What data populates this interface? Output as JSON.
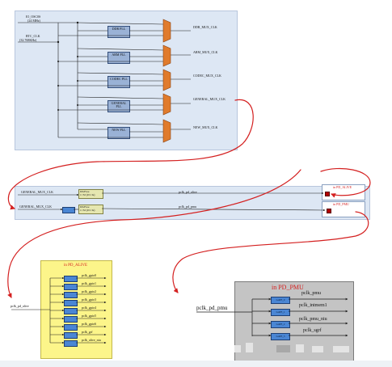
{
  "top_panel": {
    "osc_label": "IO_OSC0S",
    "osc_freq": "(24 MHz)",
    "rtc_label": "RTC_CLK",
    "rtc_freq": "(32.768KHz)",
    "plls": [
      "DDR PLL",
      "ARM PLL",
      "CODEC PLL",
      "GENERAL PLL",
      "NEW PLL"
    ],
    "outputs": [
      "DDR_MUX_CLK",
      "ARM_MUX_CLK",
      "CODEC_MUX_CLK",
      "GENERAL_MUX_CLK",
      "NEW_MUX_CLK"
    ]
  },
  "middle_band": {
    "inputs": [
      "GENERAL_MUX_CLK",
      "GENERAL_MUX_CLK"
    ],
    "dividers": [
      {
        "name": "DivFree",
        "range": "1~32 (0/1 lk)"
      },
      {
        "name": "DivFree",
        "range": "1~32 (0/1 lk)"
      }
    ],
    "nets": [
      "pclk_pd_alive",
      "pclk_pd_pmu"
    ],
    "targets": [
      "in PD_ALIVE",
      "in PD_PMU"
    ]
  },
  "alive_panel": {
    "title": "in PD_ALIVE",
    "input": "pclk_pd_alive",
    "outputs": [
      "pclk_gpio0",
      "pclk_gpio1",
      "pclk_gpio2",
      "pclk_gpio3",
      "pclk_gpio4",
      "pclk_gpio5",
      "pclk_gpio6",
      "pclk_grf",
      "pclk_alive_niu"
    ]
  },
  "pmu_panel": {
    "title": "in PD_PMU",
    "input": "pclk_pd_pmu",
    "gates": [
      "GATE_0",
      "GATE_1",
      "GATE_2",
      "GATE_3"
    ],
    "outputs": [
      "pclk_pmu",
      "pclk_intmem1",
      "pclk_pmu_niu",
      "pclk_sgrf"
    ]
  },
  "colors": {
    "panel_blue": "#dde7f4",
    "pll_blue": "#9ab2d6",
    "mux_orange": "#e07b2c",
    "annotation_red": "#d42020",
    "alive_yellow": "#fcf58a",
    "pmu_grey": "#c4c4c4",
    "gate_blue": "#4a86d4"
  }
}
